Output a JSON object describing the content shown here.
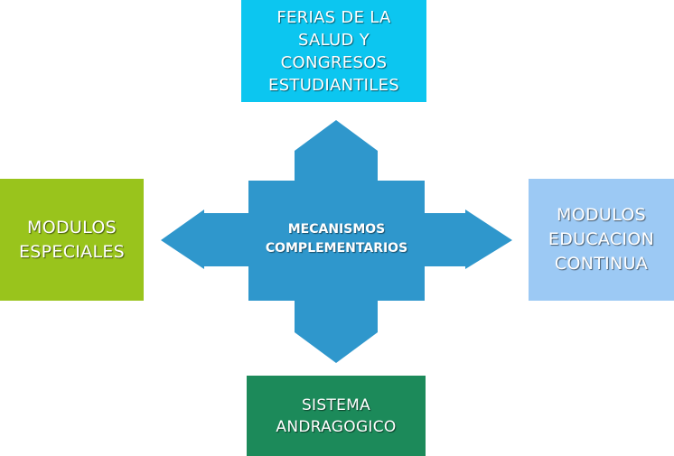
{
  "colors": {
    "arrow": "#2f97cc",
    "top_box": "#0cc6f0",
    "left_box": "#99c41c",
    "right_box": "#9cc9f4",
    "bottom_box": "#1c8a5a"
  },
  "center": {
    "label": "MECANISMOS\nCOMPLEMENTARIOS"
  },
  "nodes": {
    "top": "FERIAS DE LA\nSALUD Y\nCONGRESOS\nESTUDIANTILES",
    "left": "MODULOS\nESPECIALES",
    "right": "MODULOS\nEDUCACION\nCONTINUA",
    "bottom": "SISTEMA\nANDRAGOGICO"
  }
}
